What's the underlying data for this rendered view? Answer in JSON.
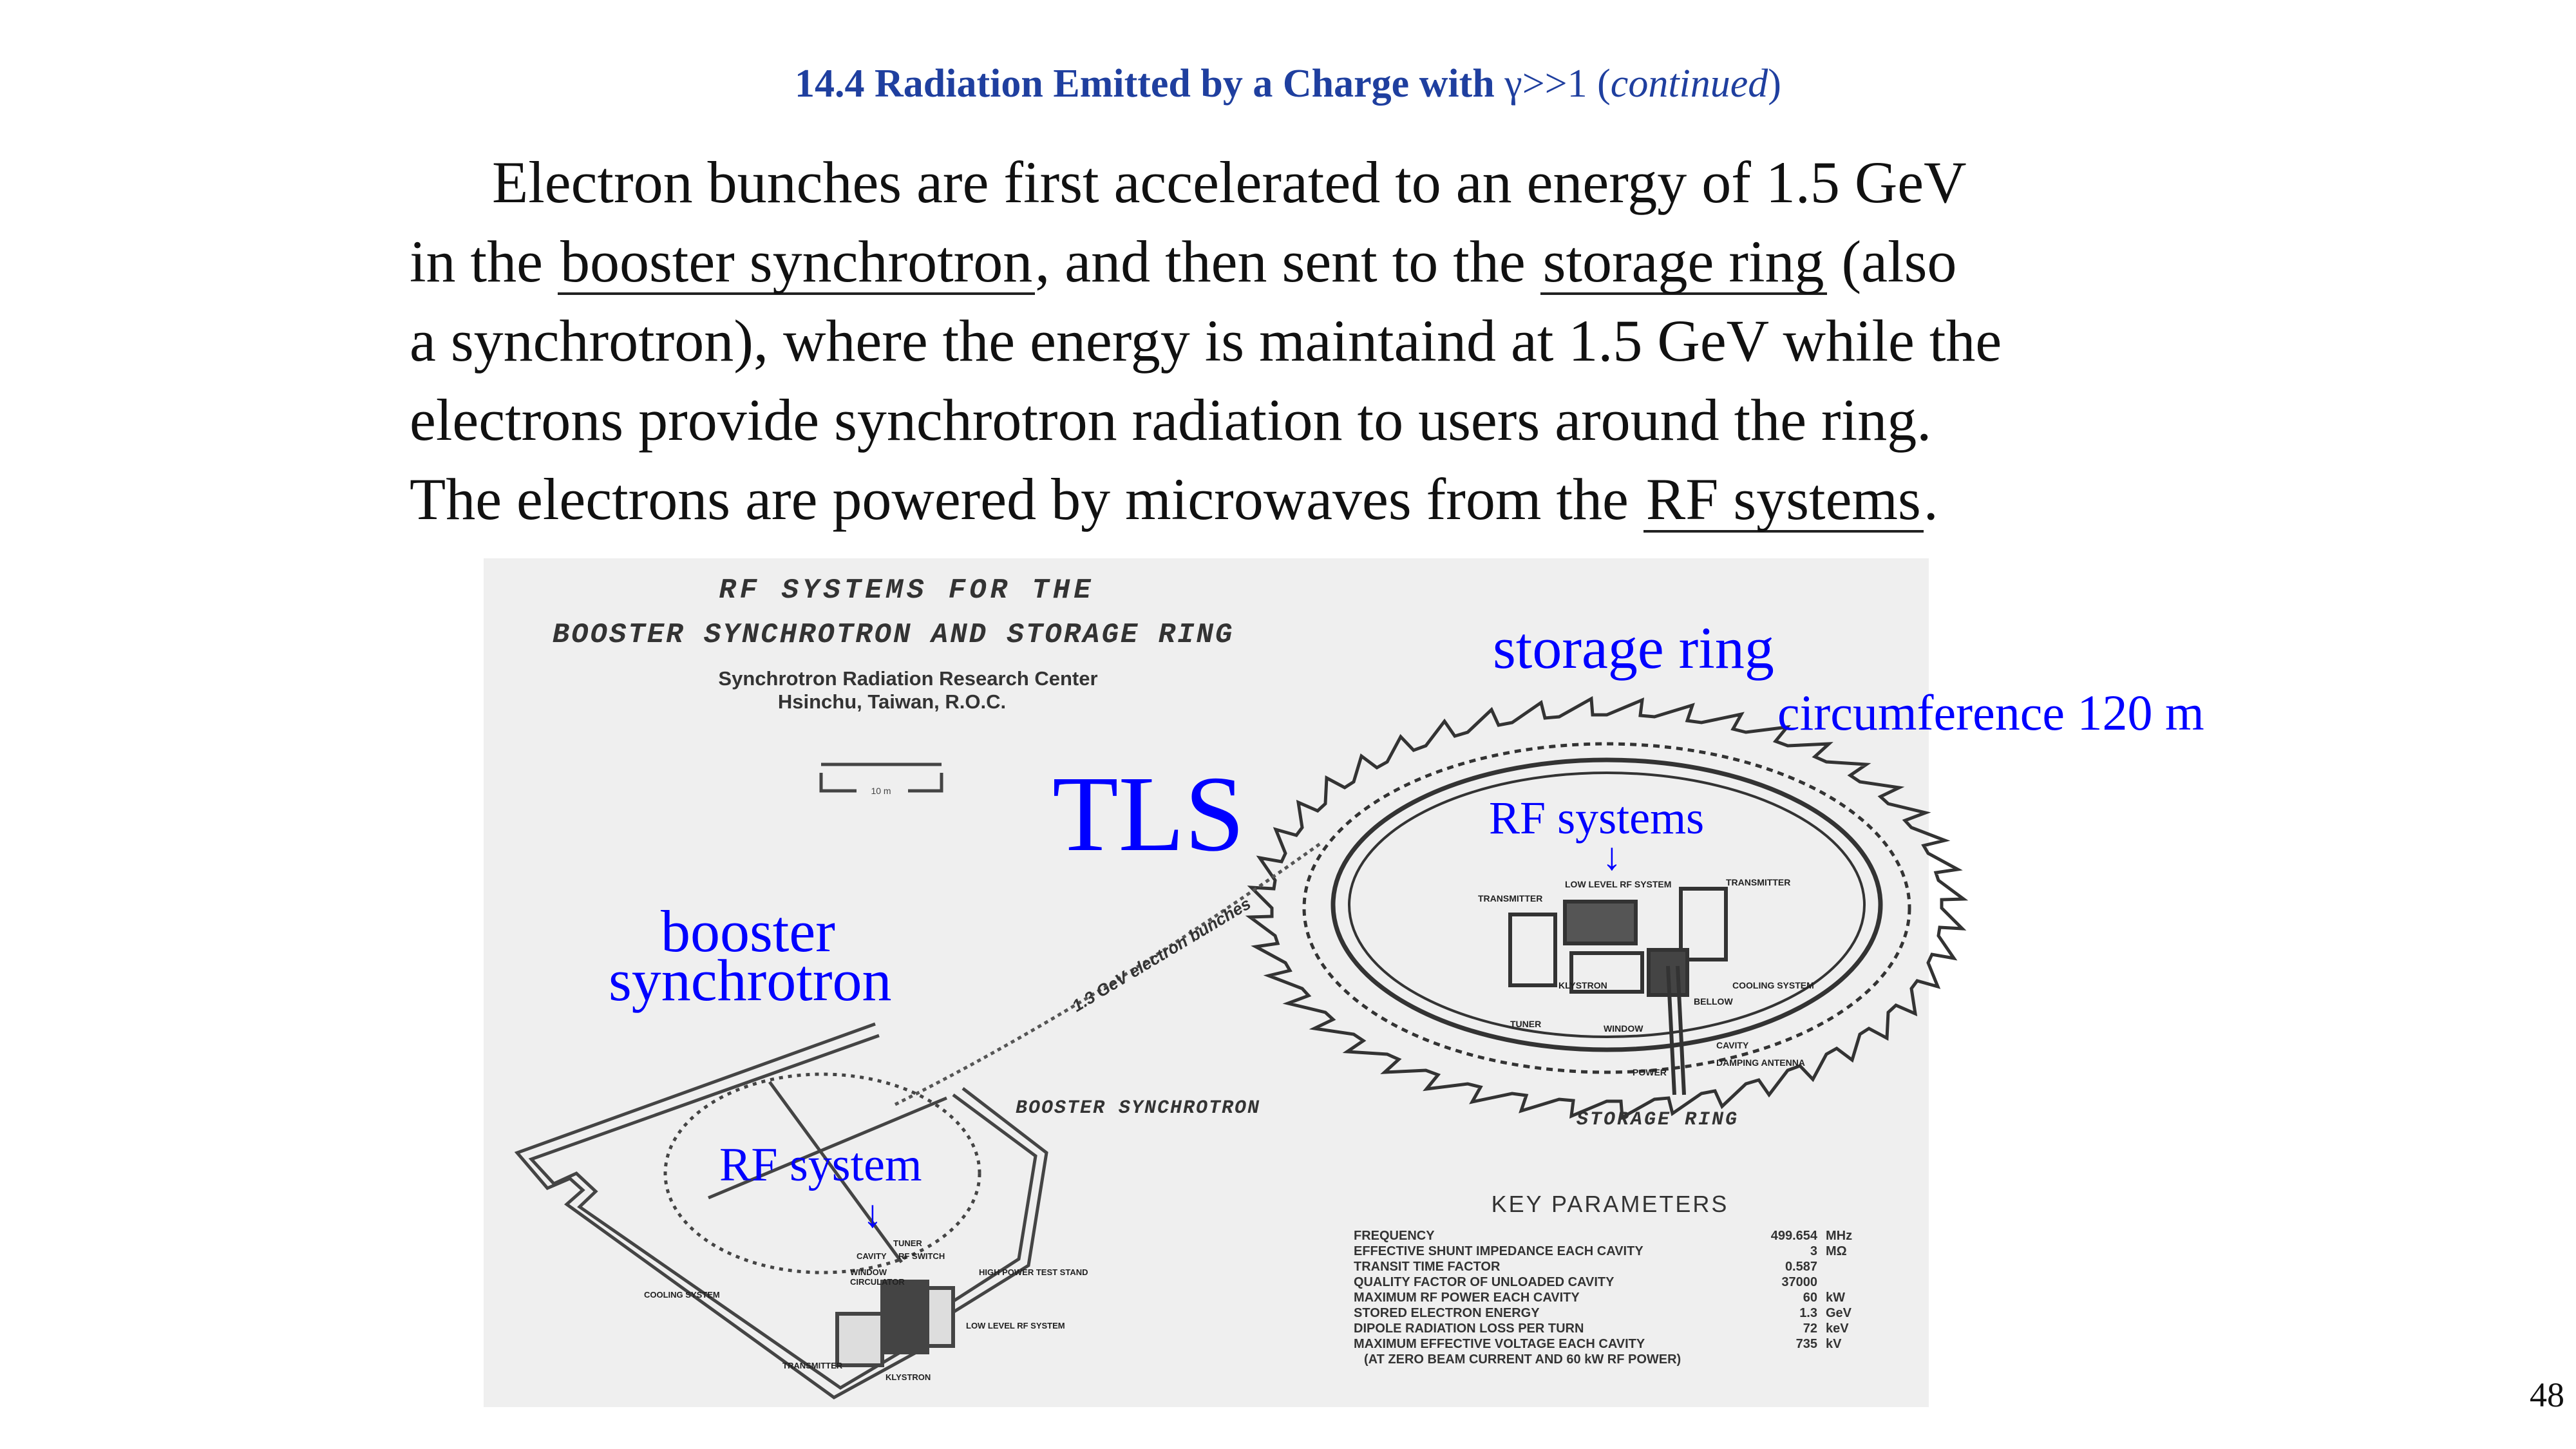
{
  "slide": {
    "title_main": "14.4 Radiation Emitted by a Charge with ",
    "title_gamma": "γ>>1 ",
    "title_paren_open": "(",
    "title_cont": "continued",
    "title_paren_close": ")",
    "page_number": "48"
  },
  "body": {
    "line1": "Electron bunches are first accelerated to an energy of 1.5 GeV",
    "line2_a": "in the ",
    "line2_u1": "booster synchrotron",
    "line2_b": ", and then sent to the ",
    "line2_u2": "storage ring",
    "line2_c": " (also",
    "line3": "a synchrotron), where the energy is maintaind at 1.5 GeV while the",
    "line4": "electrons provide synchrotron radiation to users around the ring.",
    "line5_a": "The electrons are powered by microwaves from the ",
    "line5_u": "RF systems",
    "line5_b": "."
  },
  "annotations": {
    "storage_ring": "storage ring",
    "circumference": "circumference 120 m",
    "tls": "TLS",
    "rf_systems": "RF systems",
    "arrow": "↓",
    "booster": "booster",
    "synchrotron": "synchrotron",
    "rf_system": "RF system"
  },
  "figure": {
    "heading1": "RF SYSTEMS FOR THE",
    "heading2": "BOOSTER SYNCHROTRON AND STORAGE RING",
    "org1": "Synchrotron Radiation Research Center",
    "org2": "Hsinchu, Taiwan, R.O.C.",
    "scale": "10 m",
    "beam_label": "1.3 GeV electron bunches",
    "booster_label": "BOOSTER SYNCHROTRON",
    "storage_label": "STORAGE RING",
    "components": {
      "low_level_rf": "LOW LEVEL RF SYSTEM",
      "transmitter": "TRANSMITTER",
      "klystron": "KLYSTRON",
      "cavity": "CAVITY",
      "damping_antenna": "DAMPING ANTENNA",
      "power": "POWER",
      "tuner": "TUNER",
      "window": "WINDOW",
      "bellow": "BELLOW",
      "cooling": "COOLING SYSTEM",
      "circulator": "CIRCULATOR",
      "test_stand": "HIGH POWER TEST STAND",
      "rf_switch": "RF SWITCH"
    },
    "key_parameters": {
      "title": "KEY PARAMETERS",
      "rows": [
        {
          "name": "FREQUENCY",
          "value": "499.654",
          "unit": "MHz"
        },
        {
          "name": "EFFECTIVE SHUNT IMPEDANCE EACH CAVITY",
          "value": "3",
          "unit": "MΩ"
        },
        {
          "name": "TRANSIT TIME FACTOR",
          "value": "0.587",
          "unit": ""
        },
        {
          "name": "QUALITY FACTOR OF UNLOADED CAVITY",
          "value": "37000",
          "unit": ""
        },
        {
          "name": "MAXIMUM RF POWER EACH CAVITY",
          "value": "60",
          "unit": "kW"
        },
        {
          "name": "STORED ELECTRON ENERGY",
          "value": "1.3",
          "unit": "GeV"
        },
        {
          "name": "DIPOLE RADIATION LOSS PER TURN",
          "value": "72",
          "unit": "keV"
        },
        {
          "name": "MAXIMUM EFFECTIVE VOLTAGE EACH CAVITY",
          "value": "735",
          "unit": "kV"
        }
      ],
      "note": "(AT ZERO BEAM CURRENT AND 60 kW RF POWER)"
    }
  },
  "colors": {
    "title": "#1f3f9f",
    "annotation": "#0000ff",
    "figure_bg": "#efefef"
  }
}
